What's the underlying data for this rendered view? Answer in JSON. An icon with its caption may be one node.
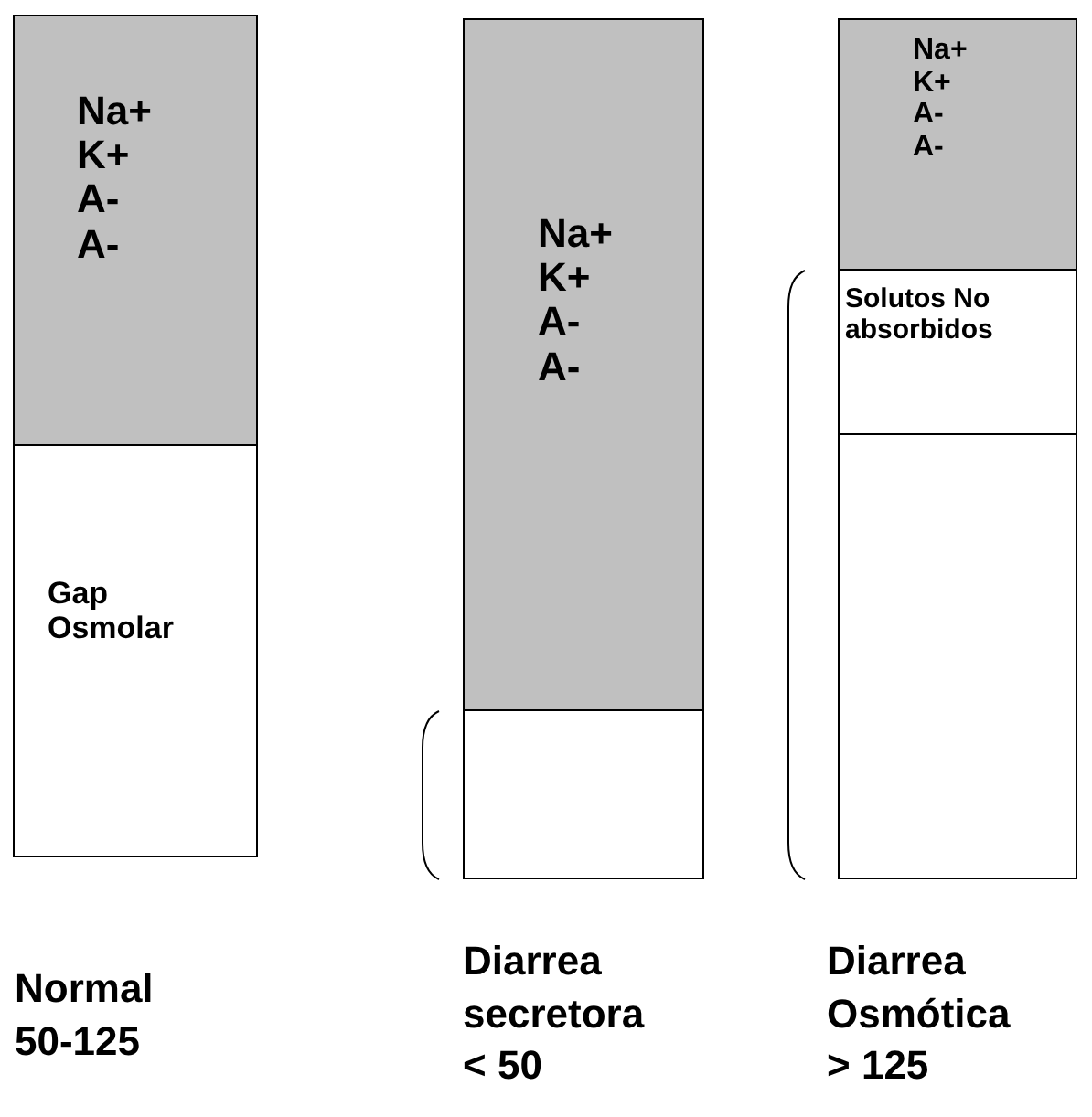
{
  "diagram": {
    "nodes": [
      {
        "text": [
          "Na+ K+ A- A-"
        ]
      },
      {
        "text": [
          "Gap Osmolar"
        ]
      },
      {
        "text": [
          "Na+ K+ A- A-"
        ]
      },
      {
        "text": [],
        "shape": "box"
      },
      {
        "text": [
          "Na+ K+ A- A-"
        ]
      },
      {
        "text": [
          "Solutos No absorbidos"
        ]
      },
      {
        "text": [],
        "shape": "box"
      }
    ],
    "edges": [],
    "labels": [
      "Normal 50-125",
      "Diarrea secretora < 50",
      "Diarrea Osmótica > 125"
    ]
  }
}
